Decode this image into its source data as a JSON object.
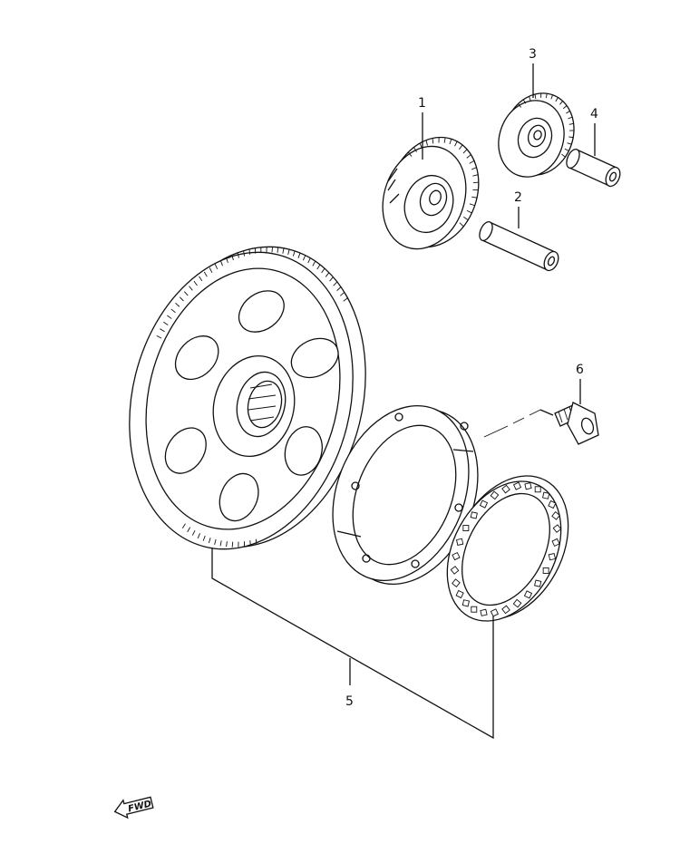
{
  "parts": [
    {
      "id": "part-1",
      "callout": "1"
    },
    {
      "id": "part-2",
      "callout": "2"
    },
    {
      "id": "part-3",
      "callout": "3"
    },
    {
      "id": "part-4",
      "callout": "4"
    },
    {
      "id": "part-5",
      "callout": "5"
    },
    {
      "id": "part-6",
      "callout": "6"
    }
  ],
  "direction_indicator": {
    "label": "FWD",
    "icon": "arrow-left-icon"
  }
}
